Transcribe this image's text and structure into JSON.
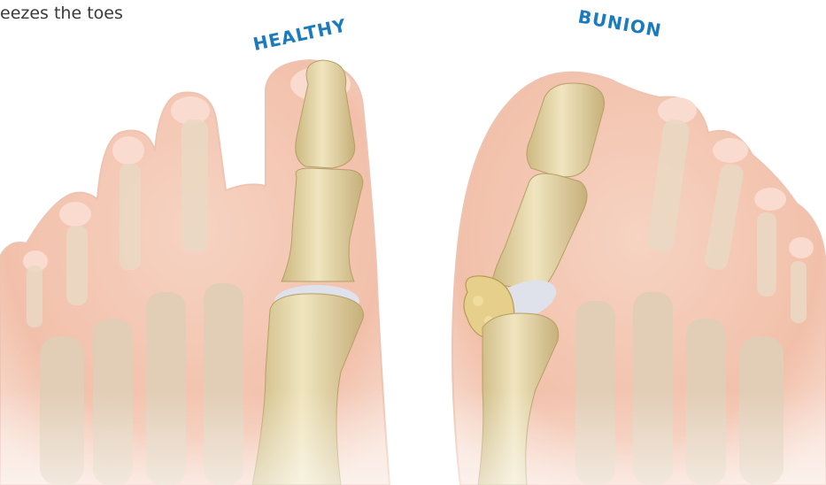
{
  "caption": "eezes the toes",
  "labels": {
    "healthy": "HEALTHY",
    "bunion": "BUNION"
  },
  "colors": {
    "label": "#1a7bbf",
    "skin": "#f4c8b3",
    "skin_edge": "#e8a995",
    "bone": "#e9dcae",
    "bone_shadow": "#c9b67e",
    "cartilage": "#d9dde8",
    "background": "#ffffff"
  }
}
